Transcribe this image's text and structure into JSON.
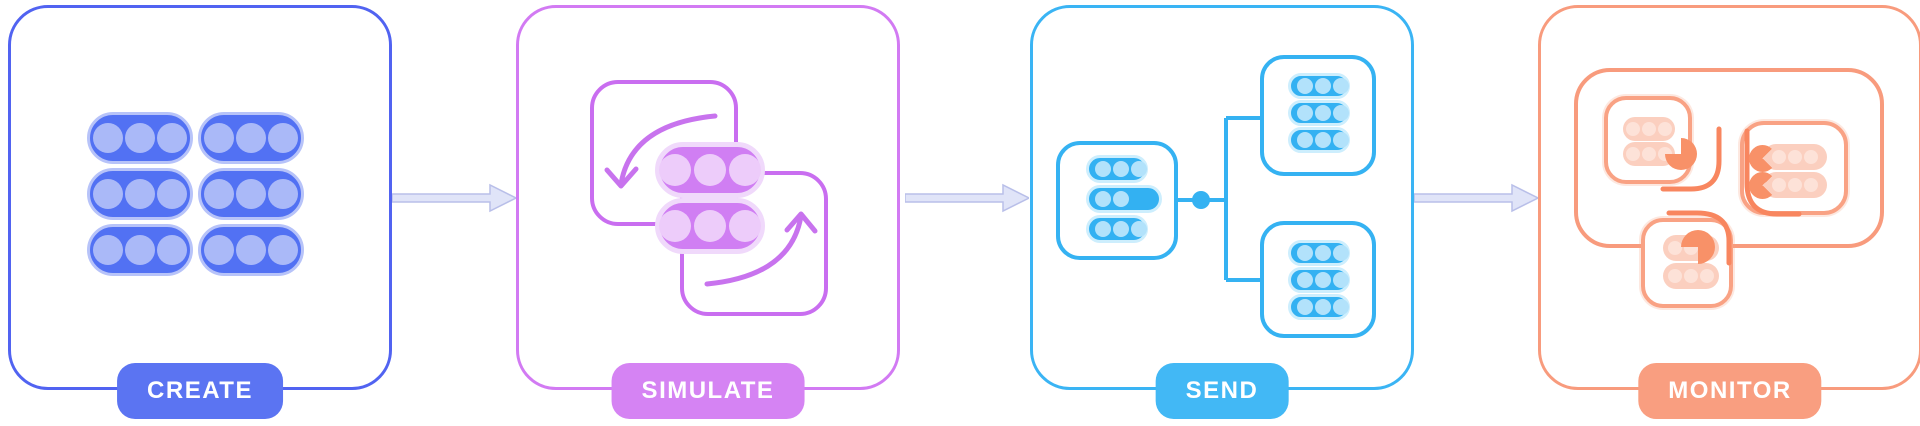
{
  "background": "#ffffff",
  "arrow": {
    "fill": "#e0e4f8",
    "stroke": "#b9bfe9"
  },
  "steps": [
    {
      "label": "CREATE",
      "icon": "pill-grid-icon",
      "colors": {
        "border": "#5163f1",
        "badge": "#5b74f2",
        "fill": "#5271f3",
        "soft": "#aab9f8",
        "detail": "#b7c3f9",
        "line": "#5163f1",
        "accent": "#5163f1"
      }
    },
    {
      "label": "SIMULATE",
      "icon": "cycle-arrows-icon",
      "colors": {
        "border": "#d27af3",
        "badge": "#d583f3",
        "fill": "#d07ef3",
        "soft": "#edccfa",
        "detail": "#f0d9fb",
        "line": "#c873ee",
        "accent": "#c96ef0"
      }
    },
    {
      "label": "SEND",
      "icon": "fanout-tree-icon",
      "colors": {
        "border": "#3ab4f4",
        "badge": "#42b8f5",
        "fill": "#33b1f2",
        "soft": "#b2e2fb",
        "detail": "#cdeefd",
        "line": "#35b2f2",
        "accent": "#35b2f2"
      }
    },
    {
      "label": "MONITOR",
      "icon": "dashboard-pies-icon",
      "colors": {
        "border": "#f89b7d",
        "badge": "#f99e80",
        "fill": "#fbcfbf",
        "soft": "#fde2d8",
        "detail": "#fddccf",
        "line": "#f8865f",
        "accent": "#f9a284",
        "wedge": "#f89168"
      }
    }
  ]
}
